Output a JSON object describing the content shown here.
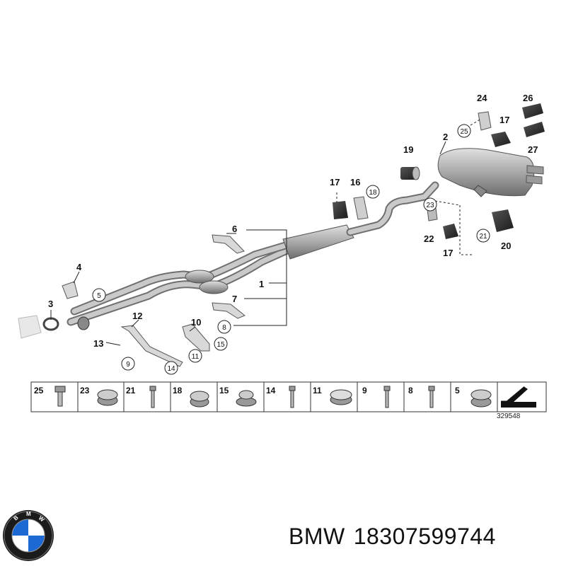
{
  "diagram": {
    "callouts": [
      "1",
      "2",
      "3",
      "4",
      "6",
      "7",
      "10",
      "12",
      "13",
      "16",
      "17",
      "17",
      "17",
      "19",
      "20",
      "22",
      "24",
      "26",
      "27"
    ],
    "circled": [
      "5",
      "8",
      "9",
      "11",
      "14",
      "15",
      "18",
      "21",
      "23",
      "25"
    ],
    "strip": [
      "25",
      "23",
      "21",
      "18",
      "15",
      "14",
      "11",
      "9",
      "8",
      "5"
    ],
    "reference_number": "329548"
  },
  "caption": {
    "brand": "BMW",
    "part_number": "18307599744"
  },
  "colors": {
    "metal_dark": "#6f6f6f",
    "metal_light": "#c9c9c9",
    "rubber": "#2a2a2a",
    "logo_blue": "#1c69d4"
  },
  "icons": [
    "bmw-logo-icon",
    "arrow-direction-icon"
  ]
}
